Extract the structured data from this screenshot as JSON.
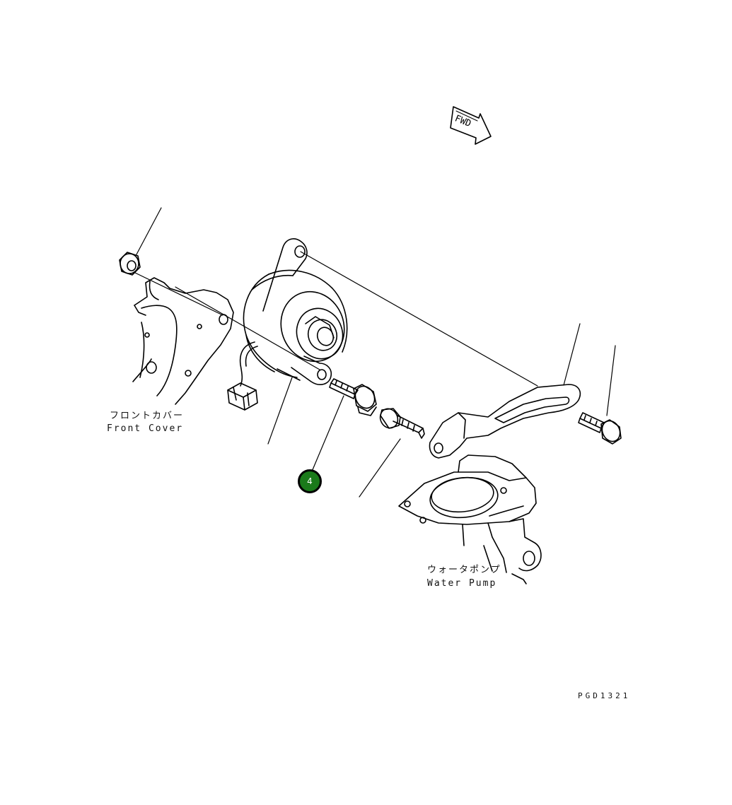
{
  "fwd_mark": {
    "text": "FWD"
  },
  "labels": {
    "front_cover_jp": "フロントカバー",
    "front_cover_en": "Front Cover",
    "water_pump_jp": "ウォータポンプ",
    "water_pump_en": "Water Pump",
    "drawing_code": "PGD1321"
  },
  "callouts": [
    {
      "number": "4",
      "color": "#1a7a1a"
    }
  ]
}
